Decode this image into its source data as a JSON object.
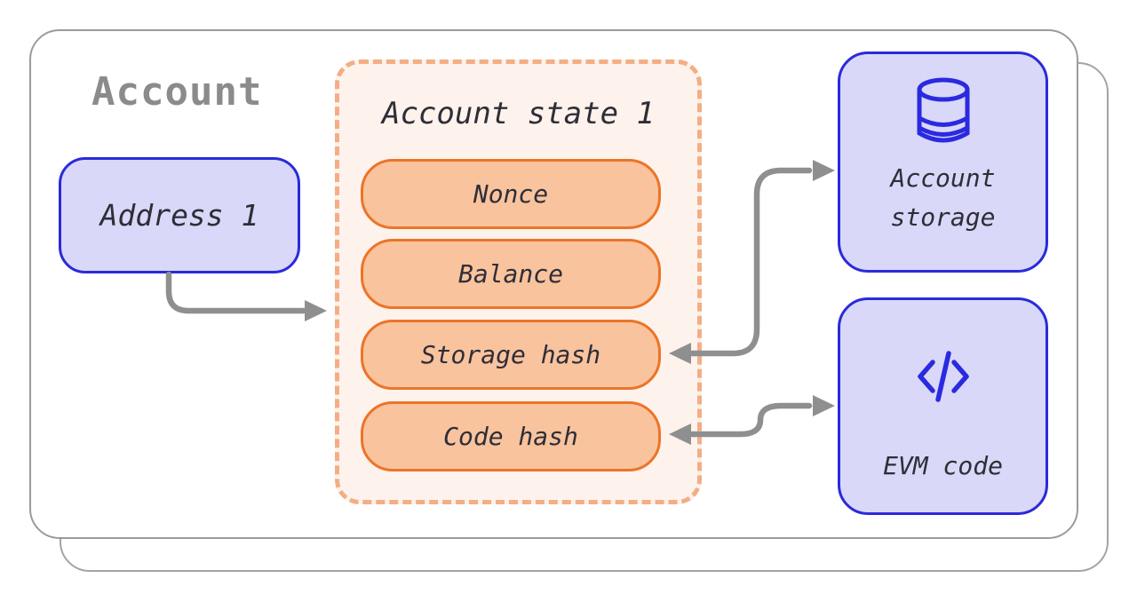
{
  "account_card": {
    "title": "Account"
  },
  "address_box": {
    "label": "Address 1"
  },
  "account_state": {
    "title": "Account state 1",
    "fields": [
      {
        "label": "Nonce"
      },
      {
        "label": "Balance"
      },
      {
        "label": "Storage hash"
      },
      {
        "label": "Code hash"
      }
    ]
  },
  "account_storage_box": {
    "icon": "database-icon",
    "label_line1": "Account",
    "label_line2": "storage"
  },
  "evm_code_box": {
    "icon": "code-icon",
    "label": "EVM code"
  },
  "arrows": [
    {
      "name": "address-to-account-state",
      "from": "Address 1",
      "to": "Account state 1",
      "double_headed": false
    },
    {
      "name": "storage-hash-account-storage",
      "from": "Storage hash",
      "to": "Account storage",
      "double_headed": true
    },
    {
      "name": "code-hash-evm-code",
      "from": "Code hash",
      "to": "EVM code",
      "double_headed": true
    }
  ],
  "colors": {
    "card_border_gray": "#9b9b9b",
    "shadow_border_gray": "#a4a4a4",
    "title_gray": "#8b8b8b",
    "arrow_gray": "#8f8f8f",
    "lavender_fill": "#d9d8f8",
    "blue_border": "#2b2ada",
    "icon_blue": "#2a2ae0",
    "cream_fill": "#fdf2ec",
    "dash_orange": "#f3ae85",
    "pill_fill": "#f9c39e",
    "pill_border": "#ec7428",
    "ink": "#2e2e37"
  }
}
